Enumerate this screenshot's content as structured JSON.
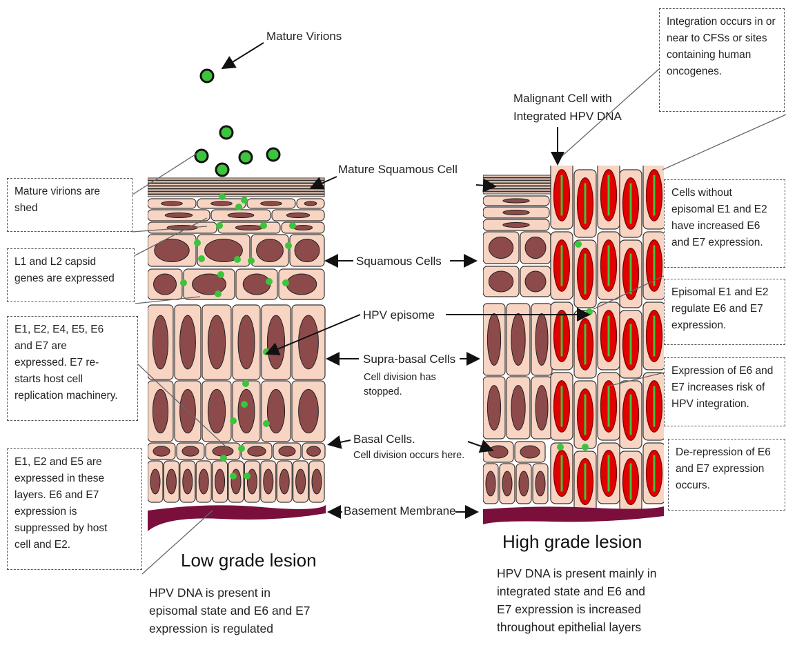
{
  "labels": {
    "mature_virions": "Mature Virions",
    "malignant_cell": "Malignant Cell with\nIntegrated HPV DNA",
    "mature_squamous_cell": "Mature Squamous Cell",
    "squamous_cells": "Squamous Cells",
    "hpv_episome": "HPV episome",
    "supra_basal_cells": "Supra-basal Cells",
    "supra_basal_note": "Cell division has\nstopped.",
    "basal_cells": "Basal Cells.",
    "basal_note": "Cell division occurs here.",
    "basement_membrane": "Basement Membrane"
  },
  "left_boxes": [
    "Mature virions are\nshed",
    "L1 and L2 capsid\ngenes are expressed",
    "E1, E2, E4, E5,  E6\nand E7 are\nexpressed. E7 re-\nstarts host cell\nreplication machinery.",
    "E1, E2 and E5 are\nexpressed in these\nlayers. E6 and E7\nexpression is\nsuppressed by host\ncell and E2."
  ],
  "right_boxes": [
    "Integration  occurs in or\nnear to CFSs or sites\ncontaining human\noncogenes.",
    "Cells without\nepisomal E1 and E2\nhave increased E6\nand E7 expression.",
    "Episomal E1 and E2\nregulate E6 and E7\nexpression.",
    "Expression of E6 and\nE7 increases risk of\nHPV integration.",
    "De-repression of E6\nand E7 expression\noccurs."
  ],
  "low_grade": {
    "title": "Low grade lesion",
    "caption": "HPV DNA is present in\nepisomal state and E6 and E7\nexpression is regulated"
  },
  "high_grade": {
    "title": "High grade lesion",
    "caption": "HPV DNA is present mainly in\nintegrated state and E6 and\nE7 expression is increased\nthroughout epithelial layers"
  },
  "colors": {
    "cell_fill": "#f8d4c3",
    "nucleus": "#8c4a4a",
    "virion": "#3cc43c",
    "malignant_nucleus": "#e00000",
    "membrane": "#7a0f3c"
  }
}
